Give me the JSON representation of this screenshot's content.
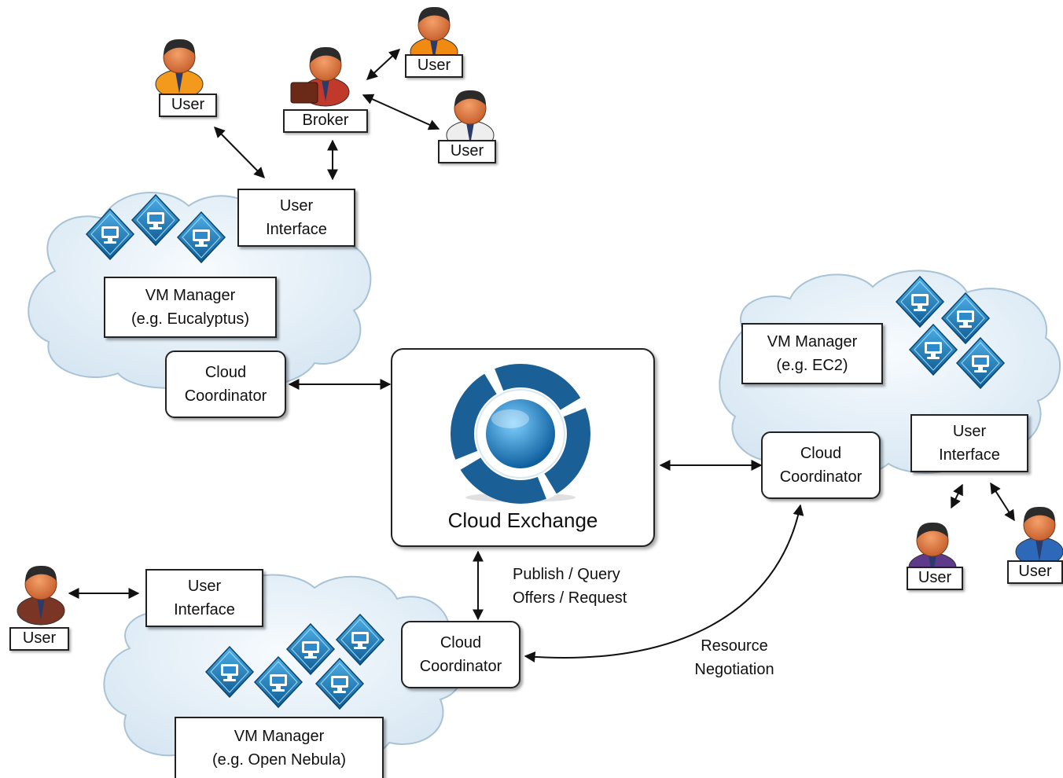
{
  "colors": {
    "cloud_fill": "#e6f0f7",
    "cloud_stroke": "#9fb9cc",
    "vm_icon": "#1a6ea8",
    "exchange_ring": "#1a5f95",
    "exchange_core": "#1b7fc4",
    "arrow": "#111111"
  },
  "broker_group": {
    "user_label": "User",
    "broker_label": "Broker",
    "user_top_label": "User",
    "user_right_label": "User"
  },
  "cloud_eucalyptus": {
    "ui_line1": "User",
    "ui_line2": "Interface",
    "vm_line1": "VM Manager",
    "vm_line2": "(e.g. Eucalyptus)",
    "coord_line1": "Cloud",
    "coord_line2": "Coordinator"
  },
  "cloud_ec2": {
    "vm_line1": "VM Manager",
    "vm_line2": "(e.g. EC2)",
    "ui_line1": "User",
    "ui_line2": "Interface",
    "coord_line1": "Cloud",
    "coord_line2": "Coordinator",
    "user_left_label": "User",
    "user_right_label": "User"
  },
  "cloud_opennebula": {
    "ui_line1": "User",
    "ui_line2": "Interface",
    "vm_line1": "VM Manager",
    "vm_line2": "(e.g. Open Nebula)",
    "coord_line1": "Cloud",
    "coord_line2": "Coordinator",
    "user_label": "User"
  },
  "exchange": {
    "title": "Cloud Exchange"
  },
  "labels": {
    "publish_line1": "Publish / Query",
    "publish_line2": "Offers / Request",
    "negotiation_line1": "Resource",
    "negotiation_line2": "Negotiation"
  },
  "icons": {
    "user": "user-avatar-icon",
    "broker": "broker-avatar-icon",
    "vm": "virtual-machine-icon",
    "exchange": "cloud-exchange-logo"
  }
}
